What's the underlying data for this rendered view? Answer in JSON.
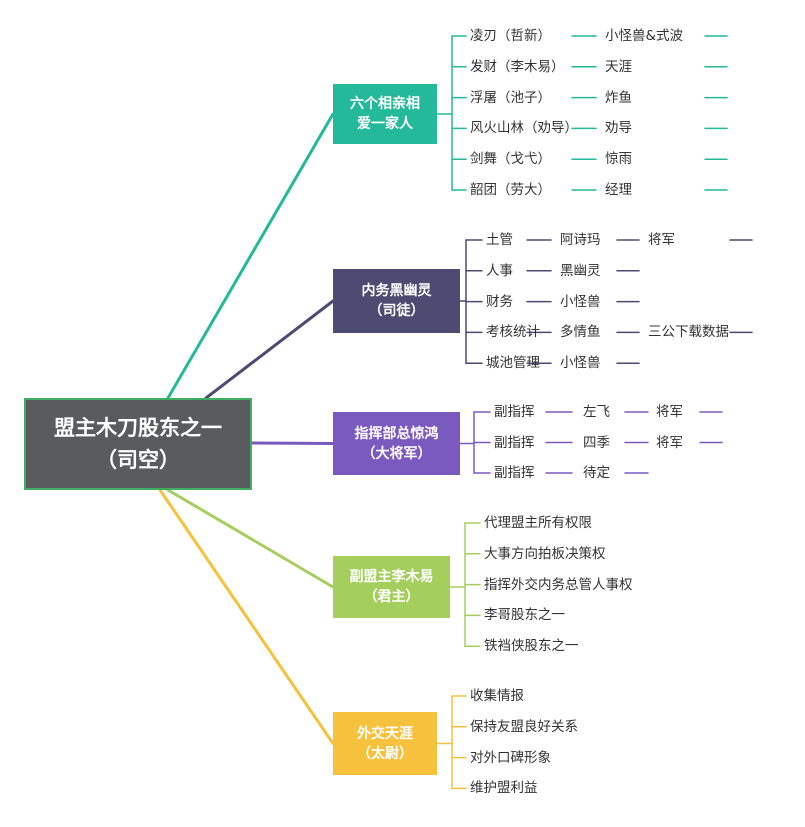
{
  "root": {
    "line1": "盟主木刀股东之一",
    "line2": "（司空）",
    "color": "#5a5b5d",
    "border": "#3fae64"
  },
  "branches": [
    {
      "id": "b1",
      "line1": "六个相亲相",
      "line2": "爱一家人",
      "color": "#23b99a",
      "rows": [
        [
          "凌刃（哲新）",
          "小怪兽&式波"
        ],
        [
          "发财（李木易）",
          "天涯"
        ],
        [
          "浮屠（池子）",
          "炸鱼"
        ],
        [
          "风火山林（劝导）",
          "劝导"
        ],
        [
          "剑舞（戈弋）",
          "惊雨"
        ],
        [
          "韶团（劳大）",
          "经理"
        ]
      ]
    },
    {
      "id": "b2",
      "line1": "内务黑幽灵",
      "line2": "（司徒）",
      "color": "#4e4a72",
      "rows": [
        [
          "土管",
          "阿诗玛",
          "将军"
        ],
        [
          "人事",
          "黑幽灵"
        ],
        [
          "财务",
          "小怪兽"
        ],
        [
          "考核统计",
          "多情鱼",
          "三公下载数据"
        ],
        [
          "城池管理",
          "小怪兽"
        ]
      ]
    },
    {
      "id": "b3",
      "line1": "指挥部总惊鸿",
      "line2": "（大将军）",
      "color": "#7a5abf",
      "rows": [
        [
          "副指挥",
          "左飞",
          "将军"
        ],
        [
          "副指挥",
          "四季",
          "将军"
        ],
        [
          "副指挥",
          "待定"
        ]
      ]
    },
    {
      "id": "b4",
      "line1": "副盟主李木易",
      "line2": "（君主）",
      "color": "#a5cf5d",
      "rows": [
        [
          "代理盟主所有权限"
        ],
        [
          "大事方向拍板决策权"
        ],
        [
          "指挥外交内务总管人事权"
        ],
        [
          "李哥股东之一"
        ],
        [
          "铁裆侠股东之一"
        ]
      ]
    },
    {
      "id": "b5",
      "line1": "外交天涯",
      "line2": "（太尉）",
      "color": "#f6c13c",
      "rows": [
        [
          "收集情报"
        ],
        [
          "保持友盟良好关系"
        ],
        [
          "对外口碑形象"
        ],
        [
          "维护盟利益"
        ]
      ]
    }
  ]
}
